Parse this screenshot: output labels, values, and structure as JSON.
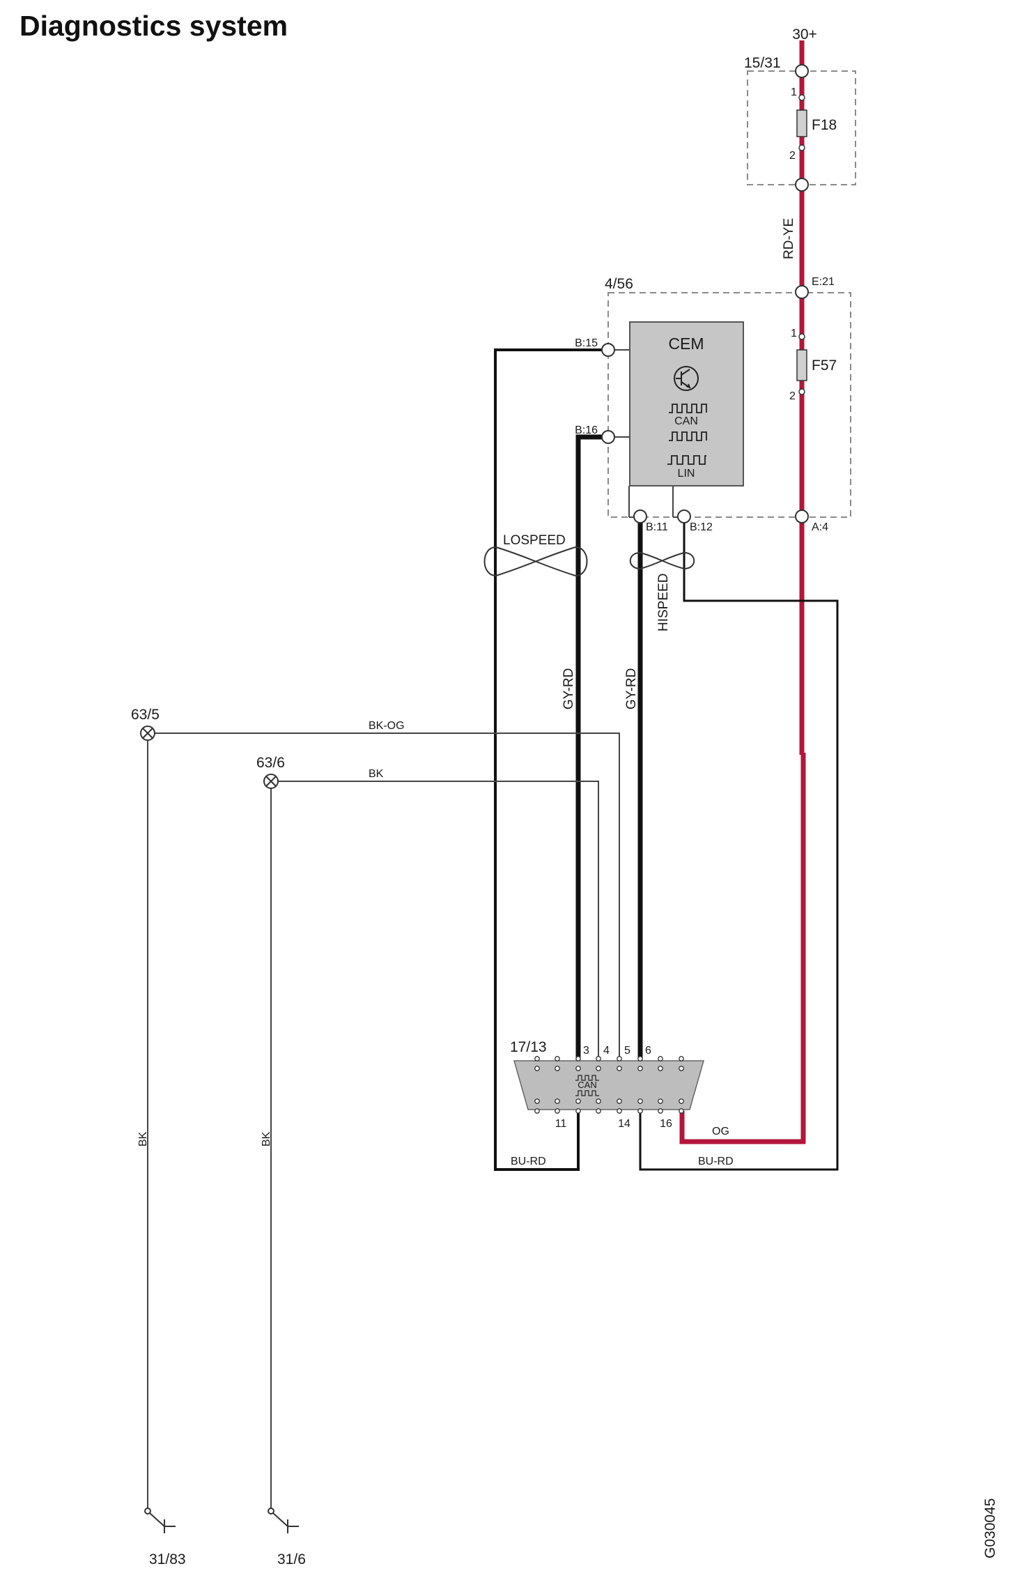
{
  "title": "Diagnostics system",
  "figure_code": "G030045",
  "colors": {
    "power_wire": "#b4153a",
    "wire": "#111111",
    "thin_wire": "#444444",
    "box_dash": "#8a8a8a",
    "module_fill": "#c6c6c6",
    "connector_fill": "#bdbdbd"
  },
  "power": {
    "supply": "30+",
    "wire_color_code": "RD-YE",
    "og_wire": "OG"
  },
  "boxes": {
    "fuse_box": "15/31",
    "cem_box": "4/56"
  },
  "fuses": {
    "f18": {
      "name": "F18",
      "pin1": "1",
      "pin2": "2"
    },
    "f57": {
      "name": "F57",
      "pin1": "1",
      "pin2": "2"
    }
  },
  "cem": {
    "name": "CEM",
    "can_label": "CAN",
    "lin_label": "LIN",
    "transistor_icon": "transistor-icon"
  },
  "pins": {
    "e21": "E:21",
    "a4": "A:4",
    "b15": "B:15",
    "b16": "B:16",
    "b11": "B:11",
    "b12": "B:12"
  },
  "buses": {
    "lospeed": "LOSPEED",
    "hispeed": "HISPEED"
  },
  "wires": {
    "gy_rd": "GY-RD",
    "bk_og": "BK-OG",
    "bk": "BK",
    "bu_rd": "BU-RD"
  },
  "grounds": {
    "g63_5": "63/5",
    "g63_6": "63/6",
    "g31_83": "31/83",
    "g31_6": "31/6"
  },
  "connector": {
    "name": "17/13",
    "can_label": "CAN",
    "top_pins": [
      "3",
      "4",
      "5",
      "6"
    ],
    "bottom_pins": [
      "11",
      "14",
      "16"
    ]
  }
}
